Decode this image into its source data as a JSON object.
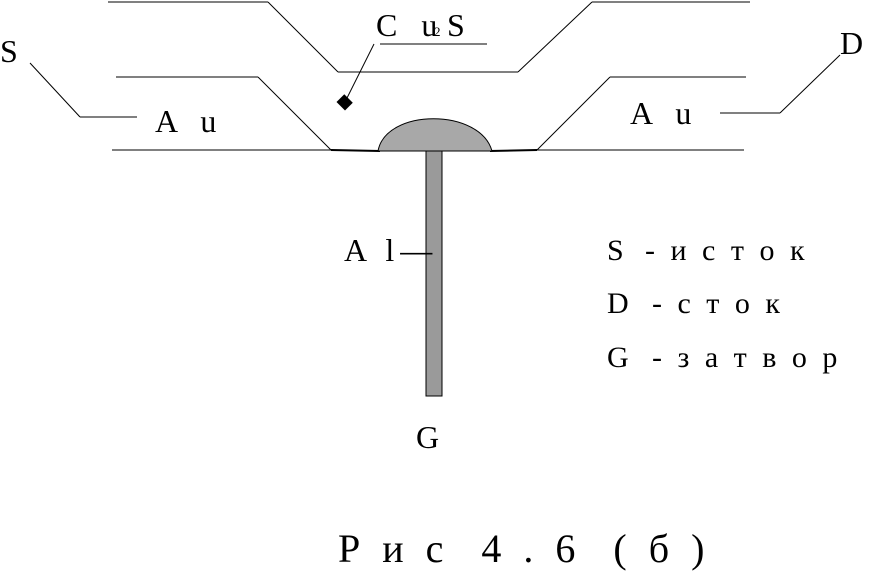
{
  "labels": {
    "source_letter": "S",
    "drain_letter": "D",
    "gate_letter": "G",
    "gold_left": "A u",
    "gold_right": "A u",
    "sulfide_base": "C u",
    "sulfide_sub": "2",
    "sulfide_end": "S",
    "aluminum": "A l—"
  },
  "legend": [
    {
      "letter": "S",
      "text": "- и с т о к"
    },
    {
      "letter": "D",
      "text": "- с т о к"
    },
    {
      "letter": "G",
      "text": "- з а т в о р"
    }
  ],
  "caption": "Р и с  4 . 6  ( б )",
  "colors": {
    "dome_fill": "#a8a8a8",
    "gate_fill": "#9a9a9a",
    "stroke": "#000000"
  }
}
